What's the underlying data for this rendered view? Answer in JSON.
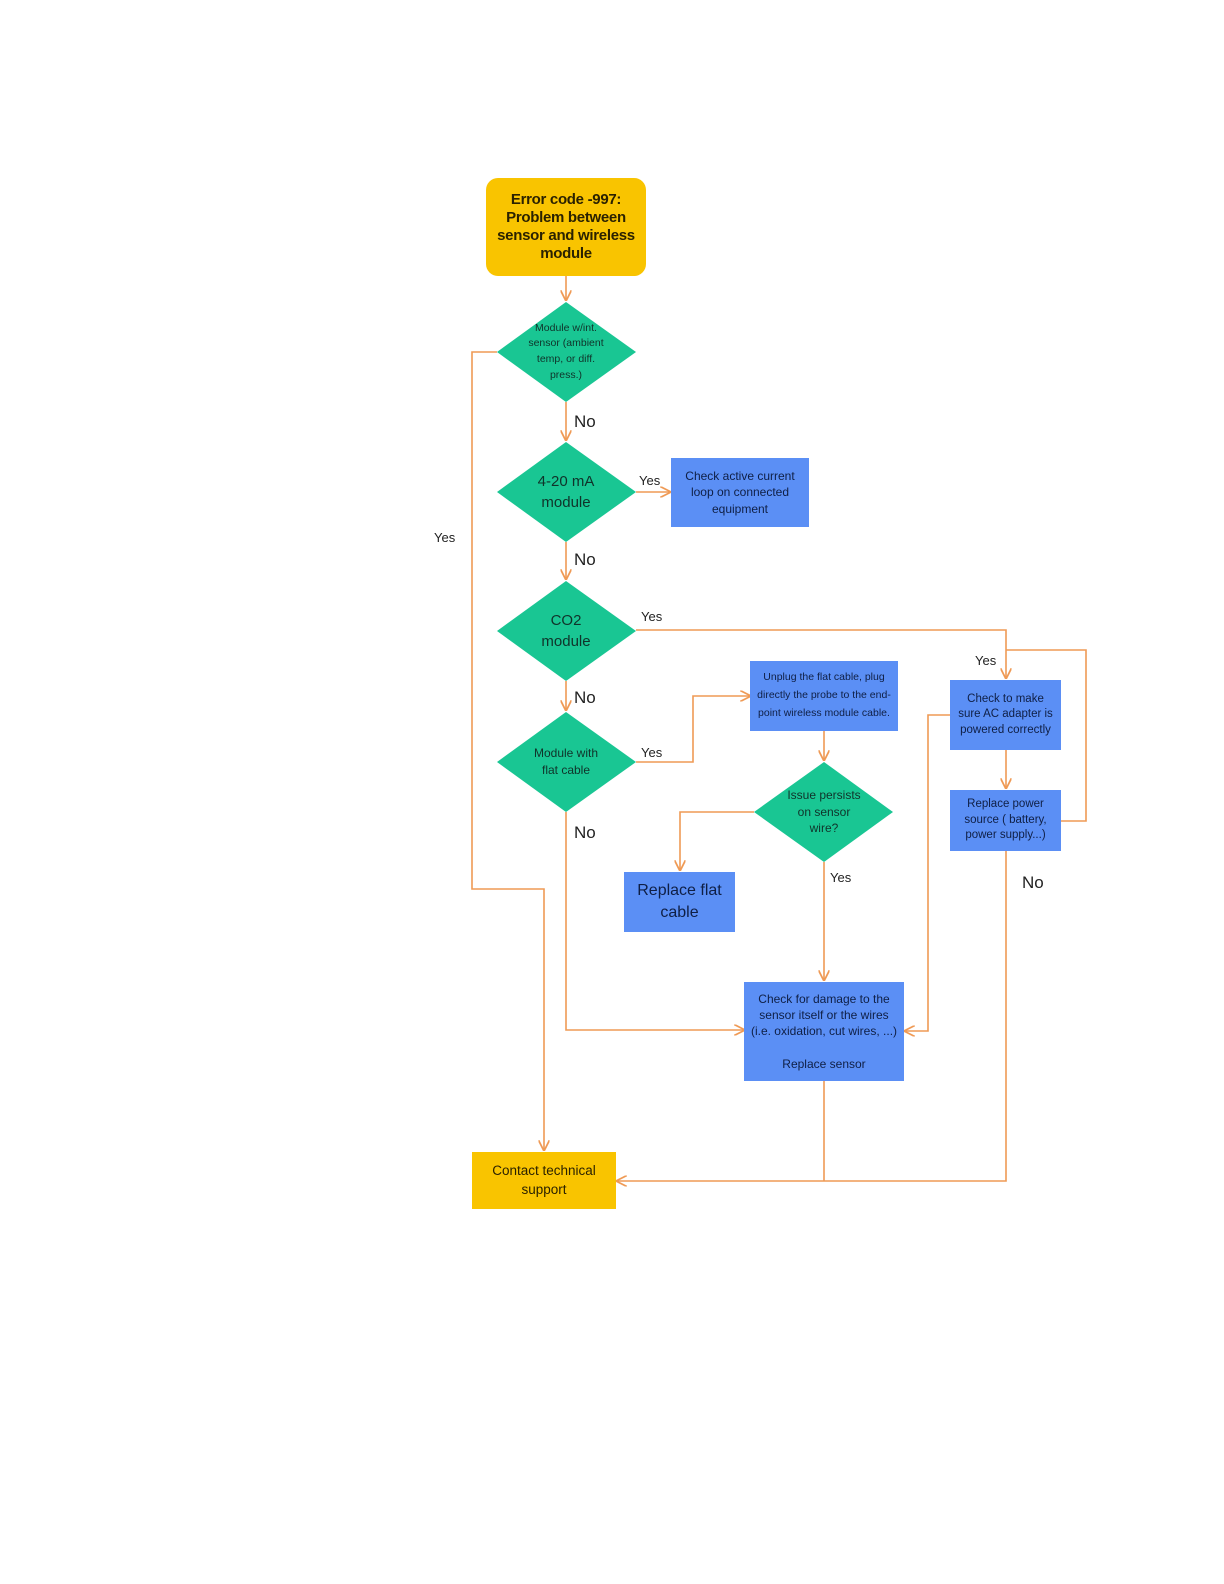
{
  "colors": {
    "decision": "#19c693",
    "process": "#5b8ff5",
    "terminal": "#f9c400",
    "connector": "#ef9a55"
  },
  "nodes": {
    "start": "Error code -997:\nProblem between\nsensor and wireless\nmodule",
    "d_int_sensor": "Module w/int.\nsensor (ambient\ntemp, or diff.\npress.)",
    "d_420": "4-20 mA\nmodule",
    "check_current_loop": "Check active current\nloop on connected\nequipment",
    "d_co2": "CO2\nmodule",
    "d_flat": "Module with\nflat cable",
    "unplug_flat": "Unplug the flat cable, plug\ndirectly the probe to the end-\npoint wireless module cable.",
    "d_issue_persists": "Issue persists\non sensor\nwire?",
    "replace_flat": "Replace flat\ncable",
    "check_ac": "Check to make\nsure AC adapter is\npowered correctly",
    "replace_power": "Replace power\nsource ( battery,\npower supply...)",
    "check_damage": "Check for damage to the\nsensor itself or the wires\n(i.e. oxidation, cut wires, ...)\n\nReplace sensor",
    "contact_support": "Contact technical\nsupport"
  },
  "edge_labels": {
    "yes_int_sensor": "Yes",
    "no_int_sensor": "No",
    "yes_420": "Yes",
    "no_420": "No",
    "yes_co2": "Yes",
    "no_co2": "No",
    "yes_flat": "Yes",
    "no_flat": "No",
    "yes_issue": "Yes",
    "yes_ac": "Yes",
    "no_power": "No"
  }
}
